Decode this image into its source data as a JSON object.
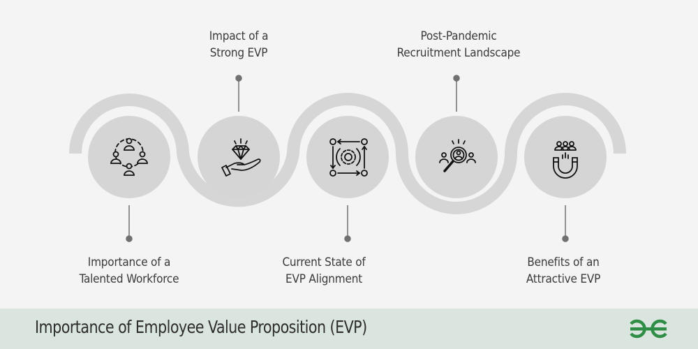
{
  "title": "Importance of Employee Value Proposition (EVP)",
  "brand": {
    "logo": "geeksforgeeks-logo",
    "color": "#2f8d46"
  },
  "colors": {
    "background": "#f4f4f4",
    "track": "#d6d6d6",
    "circle": "#d5d5d5",
    "connector": "#707070",
    "footer_bg": "#dbe5df",
    "text": "#3a3a3a"
  },
  "steps": [
    {
      "label_line1": "Importance of a",
      "label_line2": "Talented Workforce",
      "position": "bottom",
      "icon": "team-network-icon"
    },
    {
      "label_line1": "Impact of a",
      "label_line2": "Strong EVP",
      "position": "top",
      "icon": "diamond-in-hand-icon"
    },
    {
      "label_line1": "Current State of",
      "label_line2": "EVP Alignment",
      "position": "bottom",
      "icon": "gear-alignment-icon"
    },
    {
      "label_line1": "Post-Pandemic",
      "label_line2": "Recruitment Landscape",
      "position": "top",
      "icon": "talent-search-icon"
    },
    {
      "label_line1": "Benefits of an",
      "label_line2": "Attractive EVP",
      "position": "bottom",
      "icon": "talent-magnet-icon"
    }
  ]
}
